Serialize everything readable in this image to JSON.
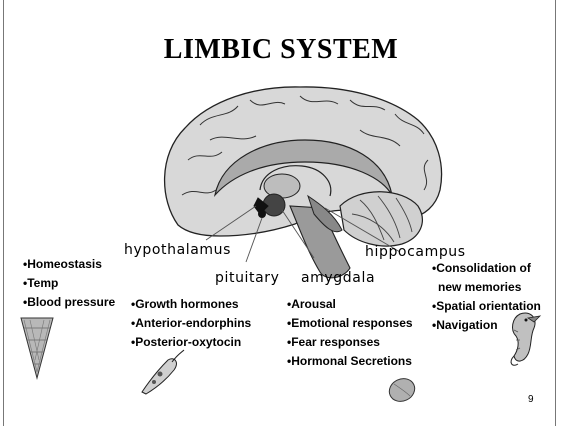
{
  "slide": {
    "title": "LIMBIC SYSTEM",
    "page_number": "9",
    "structures": {
      "hypothalamus": {
        "label": "hypothalamus",
        "functions": [
          "Homeostasis",
          "Temp",
          "Blood pressure"
        ]
      },
      "pituitary": {
        "label": "pituitary",
        "functions": [
          "Growth hormones",
          "Anterior-endorphins",
          "Posterior-oxytocin"
        ]
      },
      "amygdala": {
        "label": "amygdala",
        "functions": [
          "Arousal",
          "Emotional responses",
          "Fear responses",
          "Hormonal Secretions"
        ]
      },
      "hippocampus": {
        "label": "hippocampus",
        "functions": [
          "Consolidation of",
          "new memories",
          "Spatial orientation",
          "Navigation"
        ]
      }
    },
    "colors": {
      "brain_fill": "#d8d8d8",
      "limbic_fill": "#aaaaaa",
      "structure_fill": "#444444",
      "outline": "#222222"
    }
  }
}
